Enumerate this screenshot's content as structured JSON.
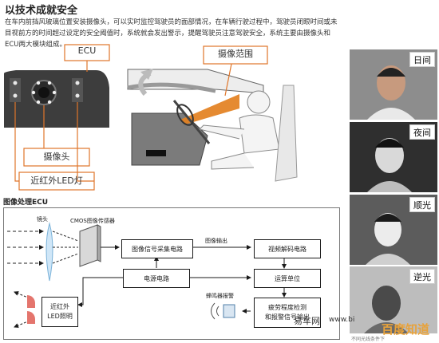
{
  "header": {
    "title": "以技术成就安全",
    "description": "在车内前挡风玻璃位置安装摄像头，可以实时监控驾驶员的面部情况，在车辆行驶过程中，驾驶员闭眼时间或未目视前方的时间超过设定的安全阈值时，系统就会发出警示，提醒驾驶员注意驾驶安全，系统主要由摄像头和ECU两大模块组成。"
  },
  "camera_figure": {
    "ecu_label": "ECU",
    "camera_range_label": "摄像范围",
    "camera_label": "摄像头",
    "ir_led_label": "近红外LED灯"
  },
  "ecu_diagram": {
    "title": "图像处理ECU",
    "lens_label": "镜头",
    "cmos_label": "CMOS图像传感器",
    "capture_circuit": "图像信号采集电路",
    "image_output_label": "图像输出",
    "video_decode_circuit": "视频解码电路",
    "power_circuit": "电源电路",
    "compute_unit": "运算单位",
    "ir_led": "近红外\nLED照明",
    "buzzer_label": "蜂鸣器报警",
    "fatigue_detect": "疲劳程度检测\n和报警信号输出"
  },
  "photos": [
    {
      "label": "日间"
    },
    {
      "label": "夜间"
    },
    {
      "label": "顺光"
    },
    {
      "label": "逆光"
    }
  ],
  "footer": {
    "caption": "不同光线条件下",
    "watermark_site": "易车网",
    "watermark_url": "www.bi",
    "watermark_brand": "百度知道"
  }
}
